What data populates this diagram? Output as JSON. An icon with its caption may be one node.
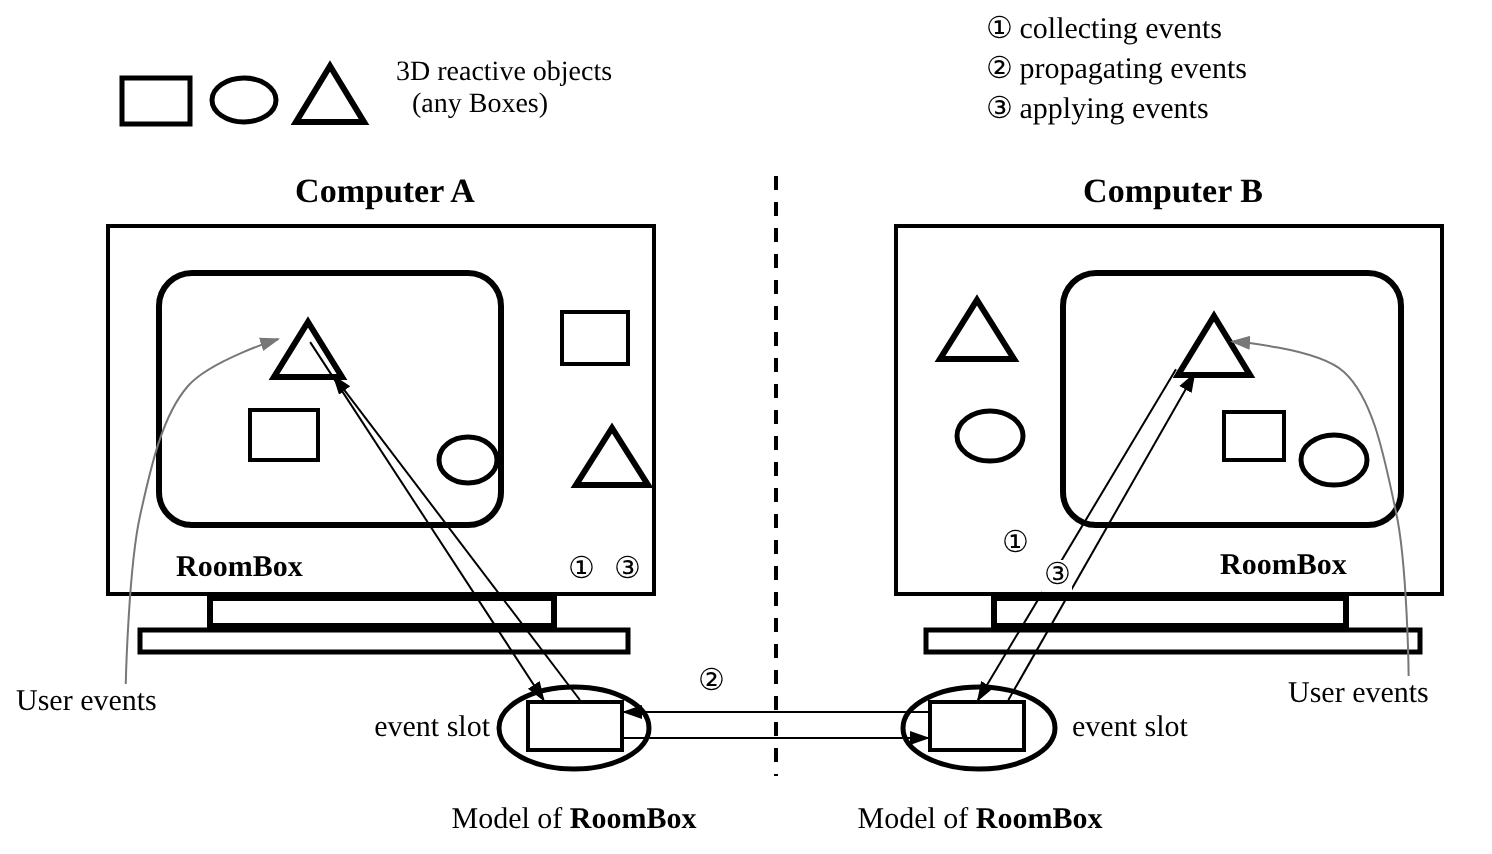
{
  "diagram": {
    "nodes": [
      {
        "text": [
          "Computer A"
        ]
      },
      {
        "text": [
          "RoomBox"
        ],
        "in": 0
      },
      {
        "text": [],
        "shape": "triangle",
        "in": 1
      },
      {
        "text": [
          "Computer B"
        ]
      },
      {
        "text": [
          "RoomBox"
        ],
        "in": 3
      },
      {
        "text": [],
        "shape": "triangle",
        "in": 4
      },
      {
        "text": [
          "Model of **RoomBox**"
        ]
      },
      {
        "text": [],
        "shape": "box",
        "in": 6,
        "beside": [
          "event slot"
        ]
      },
      {
        "text": [
          "Model of **RoomBox**"
        ]
      },
      {
        "text": [],
        "shape": "box",
        "in": 8,
        "beside": [
          "event slot"
        ]
      },
      {
        "text": [
          "User events"
        ]
      },
      {
        "text": [
          "User events"
        ]
      },
      {
        "text": [],
        "shape": "box",
        "in": 1
      },
      {
        "text": [],
        "shape": "ellipse",
        "in": 1
      },
      {
        "text": [],
        "shape": "box",
        "in": 0
      },
      {
        "text": [],
        "shape": "triangle",
        "in": 0
      },
      {
        "text": [],
        "shape": "triangle",
        "in": 3
      },
      {
        "text": [],
        "shape": "ellipse",
        "in": 3
      },
      {
        "text": [],
        "shape": "box",
        "in": 4
      },
      {
        "text": [],
        "shape": "ellipse",
        "in": 4
      }
    ],
    "edges": [
      {
        "from": 10,
        "to": 2,
        "arrow": "to",
        "color": "#777777"
      },
      {
        "from": 2,
        "to": 7,
        "arrow": "to",
        "label": "①"
      },
      {
        "from": 7,
        "to": 2,
        "arrow": "to",
        "label": "③"
      },
      {
        "from": 9,
        "to": 7,
        "arrow": "to",
        "label": "②"
      },
      {
        "from": 7,
        "to": 9,
        "arrow": "to"
      },
      {
        "from": 5,
        "to": 9,
        "arrow": "to",
        "label": "①"
      },
      {
        "from": 9,
        "to": 5,
        "arrow": "to",
        "label": "③"
      },
      {
        "from": 11,
        "to": 5,
        "arrow": "to",
        "color": "#777777"
      }
    ],
    "labels": [
      "① collecting events",
      "② propagating events",
      "③ applying events"
    ],
    "legend": [
      {
        "text": "3D reactive objects (any Boxes)"
      }
    ]
  }
}
